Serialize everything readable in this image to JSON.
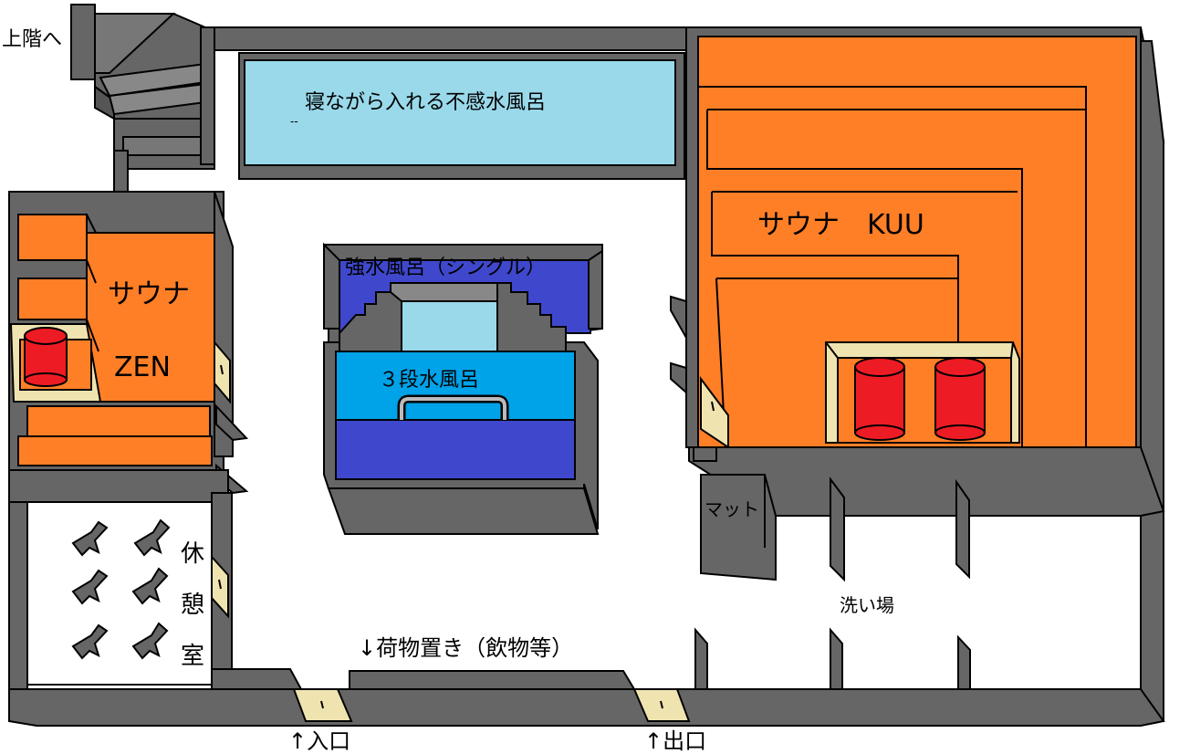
{
  "labels": {
    "upstairs": "上階へ",
    "lying_bath": "寝ながら入れる不感水風呂",
    "lying_bath_mark": "--",
    "sauna_kuu": "サウナ　KUU",
    "sauna_zen_line1": "サウナ",
    "sauna_zen_line2": "ZEN",
    "strong_bath": "強水風呂（シングル）",
    "three_stage_bath": "３段水風呂",
    "mat": "マット",
    "wash_area": "洗い場",
    "rest_room_1": "休",
    "rest_room_2": "憩",
    "rest_room_3": "室",
    "luggage": "↓荷物置き（飲物等）",
    "entrance": "↑入口",
    "exit": "↑出口"
  },
  "colors": {
    "wall": "#666666",
    "wall_dark": "#555555",
    "sauna": "#ff7f27",
    "light_water": "#99d9ea",
    "mid_water": "#00a2e8",
    "deep_water": "#3f48cc",
    "stove": "#ed1c24",
    "door": "#efe4b0",
    "floor": "#ffffff"
  },
  "icons": [
    "lounge-chair-icon",
    "stove-icon",
    "door-icon"
  ]
}
